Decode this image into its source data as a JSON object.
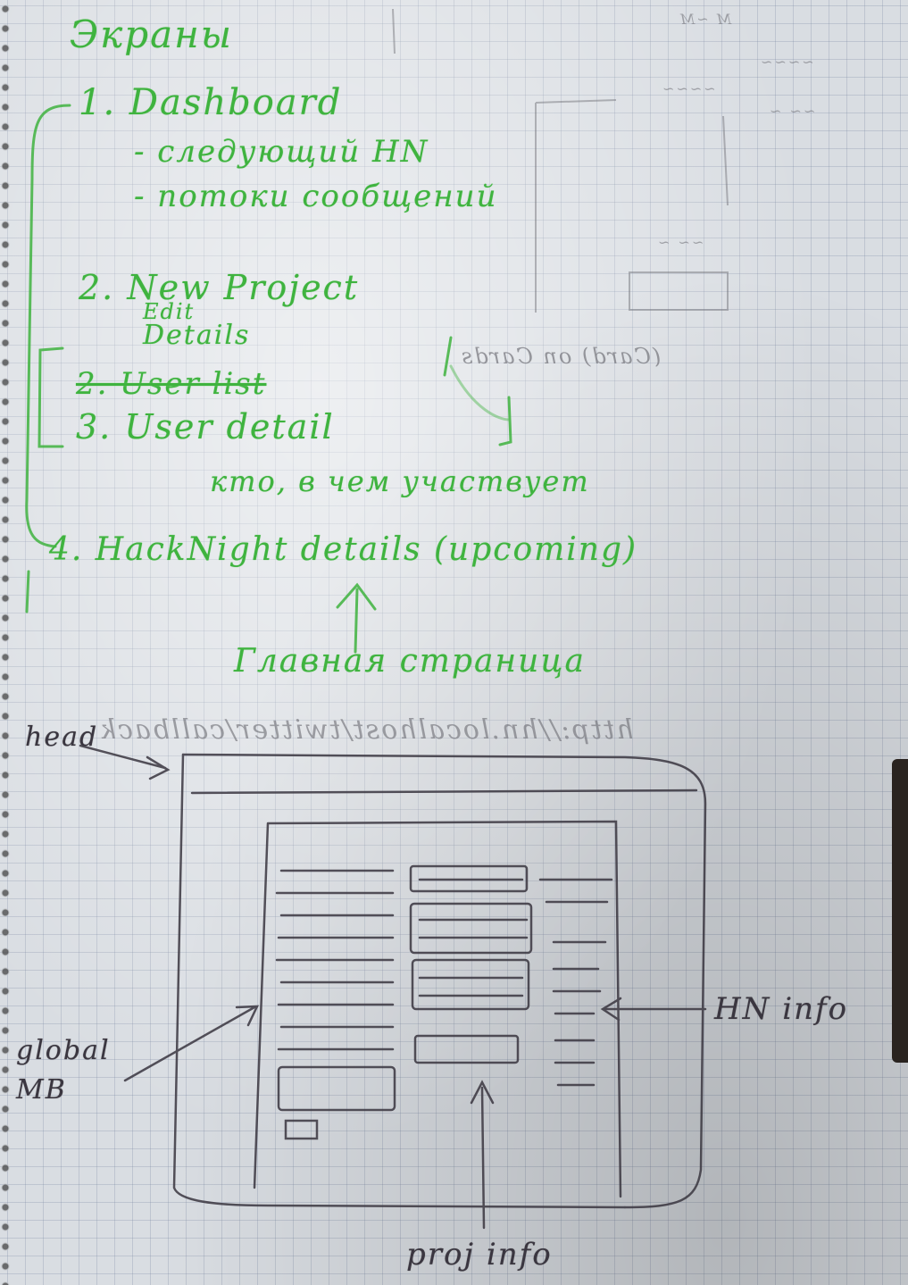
{
  "screens_heading": "Экраны",
  "items": [
    {
      "label": "1. Dashboard"
    },
    {
      "label": "- следующий HN"
    },
    {
      "label": "- потоки сообщений"
    },
    {
      "label": "2. New Project"
    },
    {
      "label": "Edit"
    },
    {
      "label": "Details"
    },
    {
      "label": "2. User list",
      "struck": true
    },
    {
      "label": "3. User detail"
    },
    {
      "label": "кто, в чем участвует"
    },
    {
      "label": "4. HackNight details (upcoming)"
    }
  ],
  "side_note": "(Card) on Cards",
  "main_page_label": "Главная страница",
  "url": "http://hn.localhost/twitter/callback",
  "annotations": {
    "head": "head",
    "global_mb": "global MB",
    "hn_info": "HN info",
    "proj_info": "proj info"
  },
  "colors": {
    "green_ink": "#3fb33f",
    "dark_ink": "#3a3640",
    "paper": "#d9dde2"
  }
}
